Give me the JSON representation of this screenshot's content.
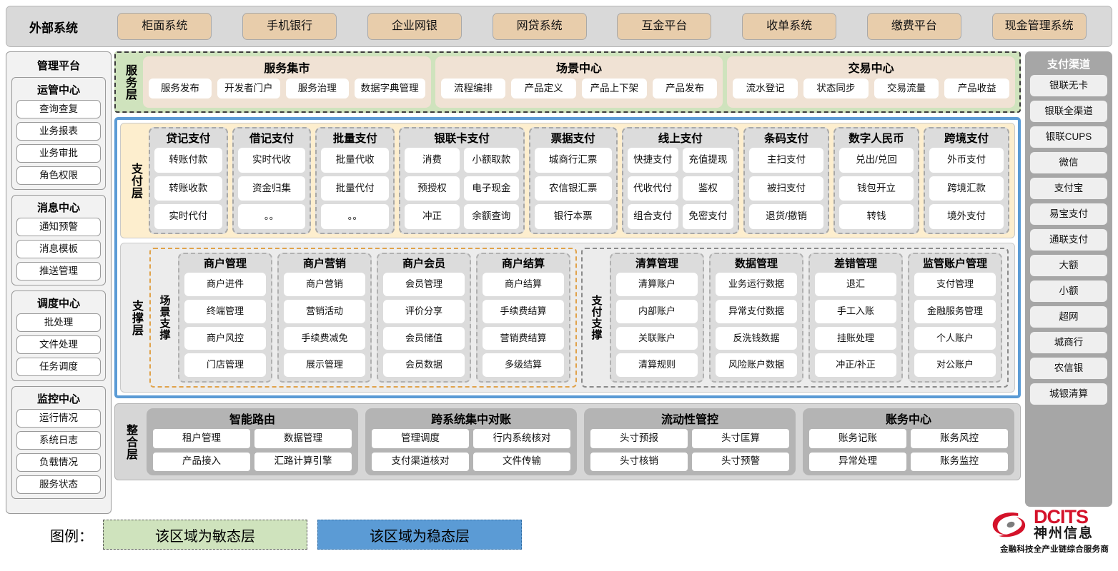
{
  "external": {
    "title": "外部系统",
    "items": [
      "柜面系统",
      "手机银行",
      "企业网银",
      "网贷系统",
      "互金平台",
      "收单系统",
      "缴费平台",
      "现金管理系统"
    ]
  },
  "management": {
    "title": "管理平台",
    "groups": [
      {
        "title": "运管中心",
        "items": [
          "查询查复",
          "业务报表",
          "业务审批",
          "角色权限"
        ]
      },
      {
        "title": "消息中心",
        "items": [
          "通知预警",
          "消息模板",
          "推送管理"
        ]
      },
      {
        "title": "调度中心",
        "items": [
          "批处理",
          "文件处理",
          "任务调度"
        ]
      },
      {
        "title": "监控中心",
        "items": [
          "运行情况",
          "系统日志",
          "负载情况",
          "服务状态"
        ]
      }
    ]
  },
  "channels": {
    "title": "支付渠道",
    "items": [
      "银联无卡",
      "银联全渠道",
      "银联CUPS",
      "微信",
      "支付宝",
      "易宝支付",
      "通联支付",
      "大额",
      "小额",
      "超网",
      "城商行",
      "农信银",
      "城银清算"
    ]
  },
  "service_layer": {
    "label": "服务层",
    "groups": [
      {
        "title": "服务集市",
        "items": [
          "服务发布",
          "开发者门户",
          "服务治理",
          "数据字典管理"
        ]
      },
      {
        "title": "场景中心",
        "items": [
          "流程编排",
          "产品定义",
          "产品上下架",
          "产品发布"
        ]
      },
      {
        "title": "交易中心",
        "items": [
          "流水登记",
          "状态同步",
          "交易流量",
          "产品收益"
        ]
      }
    ]
  },
  "pay_layer": {
    "label": "支付层",
    "groups": [
      {
        "title": "贷记支付",
        "cols": 1,
        "items": [
          "转账付款",
          "转账收款",
          "实时代付"
        ]
      },
      {
        "title": "借记支付",
        "cols": 1,
        "items": [
          "实时代收",
          "资金归集",
          "。。"
        ]
      },
      {
        "title": "批量支付",
        "cols": 1,
        "items": [
          "批量代收",
          "批量代付",
          "。。"
        ]
      },
      {
        "title": "银联卡支付",
        "cols": 2,
        "items": [
          "消费",
          "小额取款",
          "预授权",
          "电子现金",
          "冲正",
          "余额查询"
        ]
      },
      {
        "title": "票据支付",
        "cols": 1,
        "items": [
          "城商行汇票",
          "农信银汇票",
          "银行本票"
        ]
      },
      {
        "title": "线上支付",
        "cols": 2,
        "items": [
          "快捷支付",
          "充值提现",
          "代收代付",
          "鉴权",
          "组合支付",
          "免密支付"
        ]
      },
      {
        "title": "条码支付",
        "cols": 1,
        "items": [
          "主扫支付",
          "被扫支付",
          "退货/撤销"
        ]
      },
      {
        "title": "数字人民币",
        "cols": 1,
        "items": [
          "兑出/兑回",
          "钱包开立",
          "转钱"
        ]
      },
      {
        "title": "跨境支付",
        "cols": 1,
        "items": [
          "外币支付",
          "跨境汇款",
          "境外支付"
        ]
      }
    ]
  },
  "support_layer": {
    "label": "支撑层",
    "scene": {
      "label": "场景支撑",
      "groups": [
        {
          "title": "商户管理",
          "items": [
            "商户进件",
            "终端管理",
            "商户风控",
            "门店管理"
          ]
        },
        {
          "title": "商户营销",
          "items": [
            "商户营销",
            "营销活动",
            "手续费减免",
            "展示管理"
          ]
        },
        {
          "title": "商户会员",
          "items": [
            "会员管理",
            "评价分享",
            "会员储值",
            "会员数据"
          ]
        },
        {
          "title": "商户结算",
          "items": [
            "商户结算",
            "手续费结算",
            "营销费结算",
            "多级结算"
          ]
        }
      ]
    },
    "paysup": {
      "label": "支付支撑",
      "groups": [
        {
          "title": "清算管理",
          "items": [
            "清算账户",
            "内部账户",
            "关联账户",
            "清算规则"
          ]
        },
        {
          "title": "数据管理",
          "items": [
            "业务运行数据",
            "异常支付数据",
            "反洗钱数据",
            "风险账户数据"
          ]
        },
        {
          "title": "差错管理",
          "items": [
            "退汇",
            "手工入账",
            "挂账处理",
            "冲正/补正"
          ]
        },
        {
          "title": "监管账户管理",
          "items": [
            "支付管理",
            "金融服务管理",
            "个人账户",
            "对公账户"
          ]
        }
      ]
    }
  },
  "integration_layer": {
    "label": "整合层",
    "groups": [
      {
        "title": "智能路由",
        "items": [
          "租户管理",
          "数据管理",
          "产品接入",
          "汇路计算引擎"
        ]
      },
      {
        "title": "跨系统集中对账",
        "items": [
          "管理调度",
          "行内系统核对",
          "支付渠道核对",
          "文件传输"
        ]
      },
      {
        "title": "流动性管控",
        "items": [
          "头寸预报",
          "头寸匡算",
          "头寸核销",
          "头寸预警"
        ]
      },
      {
        "title": "账务中心",
        "items": [
          "账务记账",
          "账务风控",
          "异常处理",
          "账务监控"
        ]
      }
    ]
  },
  "legend": {
    "label": "图例：",
    "agile": "该区域为敏态层",
    "stable": "该区域为稳态层",
    "agile_color": "#cfe3bd",
    "stable_color": "#5b9bd5"
  },
  "logo": {
    "en": "DCITS",
    "cn": "神州信息",
    "tagline": "金融科技全产业链综合服务商",
    "color": "#d4122a"
  }
}
